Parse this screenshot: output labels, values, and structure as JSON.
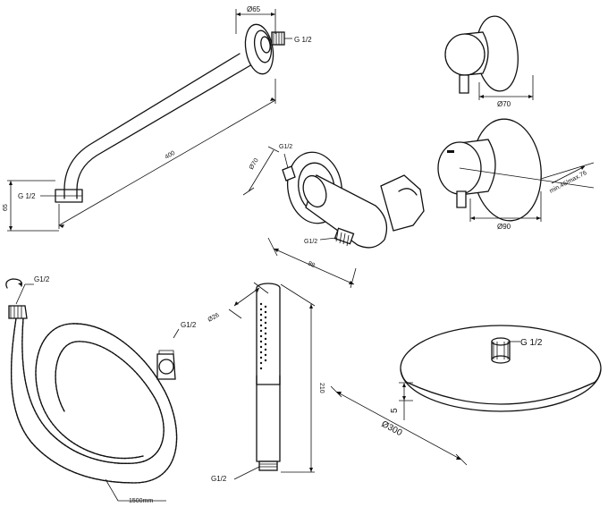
{
  "shower_arm": {
    "flange_dia": "Ø65",
    "outlet_thread": "G 1/2",
    "inlet_thread": "G 1/2",
    "length": "400",
    "height": "65"
  },
  "wall_outlet": {
    "dia": "Ø70",
    "thread_top": "G1/2",
    "thread_bottom": "G1/2",
    "length": "88"
  },
  "mixer": {
    "dia": "Ø70"
  },
  "thermostat": {
    "dia": "Ø90",
    "depth": "min.46/max.76"
  },
  "hose": {
    "thread_left": "G1/2",
    "thread_right": "G1/2",
    "length": "1500mm"
  },
  "hand_shower": {
    "dia": "Ø26",
    "length": "210",
    "thread": "G1/2"
  },
  "head_shower": {
    "thread": "G 1/2",
    "dia": "Ø300",
    "thickness": "5"
  }
}
